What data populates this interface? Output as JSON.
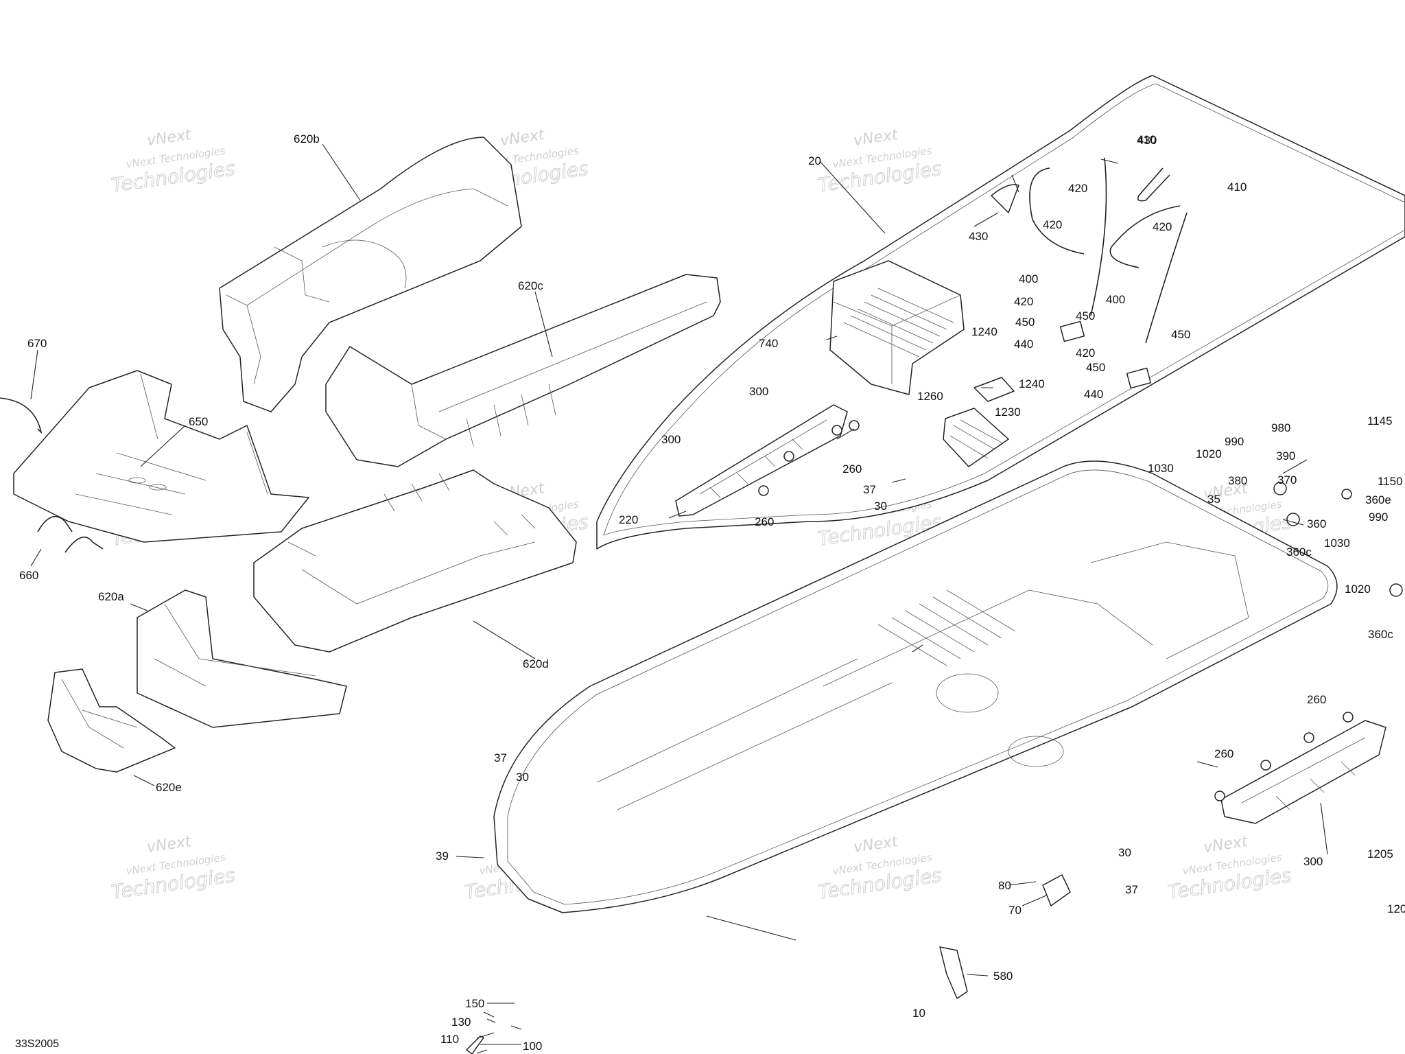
{
  "diagram_code": "33S2005",
  "watermark": {
    "line1": "vNext",
    "line2": "vNext Technologies",
    "line3": "Technologies"
  },
  "callouts": [
    "620b",
    "620c",
    "620d",
    "620a",
    "620e",
    "650",
    "660",
    "670",
    "20",
    "430",
    "410",
    "420",
    "400",
    "450",
    "440",
    "740",
    "300",
    "1240",
    "1260",
    "1230",
    "260",
    "220",
    "37",
    "30",
    "980",
    "990",
    "1020",
    "1030",
    "390",
    "370",
    "35",
    "380",
    "360e",
    "360",
    "360c",
    "1145",
    "1150",
    "10",
    "39",
    "80",
    "70",
    "580",
    "150",
    "130",
    "110",
    "100",
    "1205",
    "120"
  ],
  "colors": {
    "line": "#222222",
    "background": "#ffffff",
    "watermark": "#c9c9c9"
  }
}
